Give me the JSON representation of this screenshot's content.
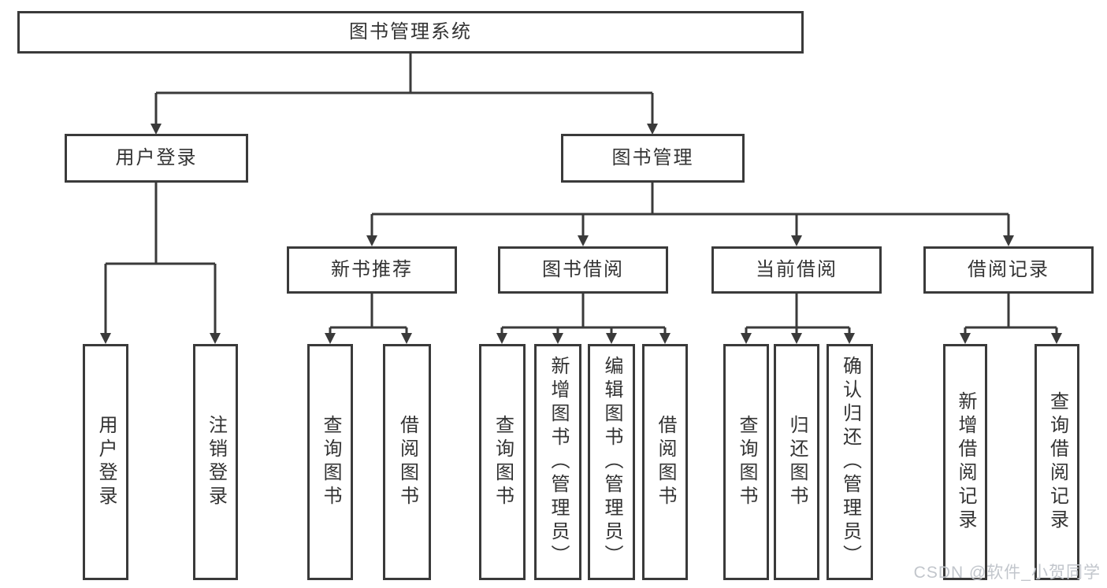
{
  "page": {
    "background": "#ffffff"
  },
  "diagram": {
    "type": "tree",
    "line_color": "#3a3a3a",
    "text_color": "#333333",
    "tree": {
      "label": "图书管理系统",
      "children": [
        {
          "label": "用户登录",
          "children": [
            {
              "label": "用户登录"
            },
            {
              "label": "注销登录"
            }
          ]
        },
        {
          "label": "图书管理",
          "children": [
            {
              "label": "新书推荐",
              "children": [
                {
                  "label": "查询图书"
                },
                {
                  "label": "借阅图书"
                }
              ]
            },
            {
              "label": "图书借阅",
              "children": [
                {
                  "label": "查询图书"
                },
                {
                  "label": "新增图书（管理员）"
                },
                {
                  "label": "编辑图书（管理员）"
                },
                {
                  "label": "借阅图书"
                }
              ]
            },
            {
              "label": "当前借阅",
              "children": [
                {
                  "label": "查询图书"
                },
                {
                  "label": "归还图书"
                },
                {
                  "label": "确认归还（管理员）"
                }
              ]
            },
            {
              "label": "借阅记录",
              "children": [
                {
                  "label": "新增借阅记录"
                },
                {
                  "label": "查询借阅记录"
                }
              ]
            }
          ]
        }
      ]
    }
  },
  "watermark": {
    "text": "CSDN @软件_小贺同学",
    "color": "#c2c6cc"
  }
}
